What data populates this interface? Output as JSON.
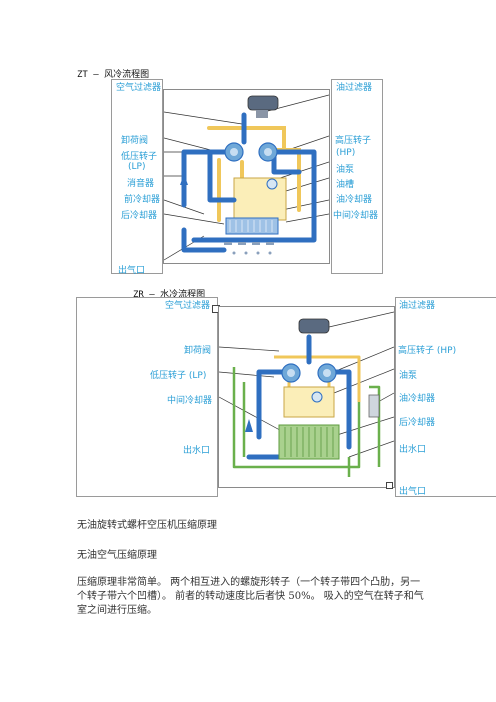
{
  "fig1": {
    "caption": "ZT – 风冷流程图",
    "left_labels": [
      "空气过滤器",
      "卸荷阀",
      "低压转子",
      "(LP)",
      "消音器",
      "前冷却器",
      "后冷却器",
      "出气口"
    ],
    "right_labels": [
      "油过滤器",
      "高压转子",
      "(HP)",
      "油泵",
      "油槽",
      "油冷却器",
      "中间冷却器"
    ]
  },
  "fig2": {
    "caption": "ZR – 水冷流程图",
    "left_labels": [
      "空气过滤器",
      "卸荷阀",
      "低压转子 (LP)",
      "中间冷却器",
      "出水口"
    ],
    "right_labels": [
      "油过滤器",
      "高压转子 (HP)",
      "油泵",
      "油冷却器",
      "后冷却器",
      "出水口",
      "出气口"
    ]
  },
  "text": {
    "heading1": "无油旋转式螺杆空压机压缩原理",
    "heading2": "无油空气压缩原理",
    "para_line1": "压缩原理非常简单。 两个相互进入的螺旋形转子（一个转子带四个凸肋，另一",
    "para_line2": "个转子带六个凹槽）。 前者的转动速度比后者快 50%。 吸入的空气在转子和气",
    "para_line3": "室之间进行压缩。"
  },
  "colors": {
    "label_blue": "#2b9fd6",
    "pipe_blue": "#2f6fc0",
    "pipe_yellow": "#f0c75a",
    "pipe_green": "#6ab04c"
  }
}
